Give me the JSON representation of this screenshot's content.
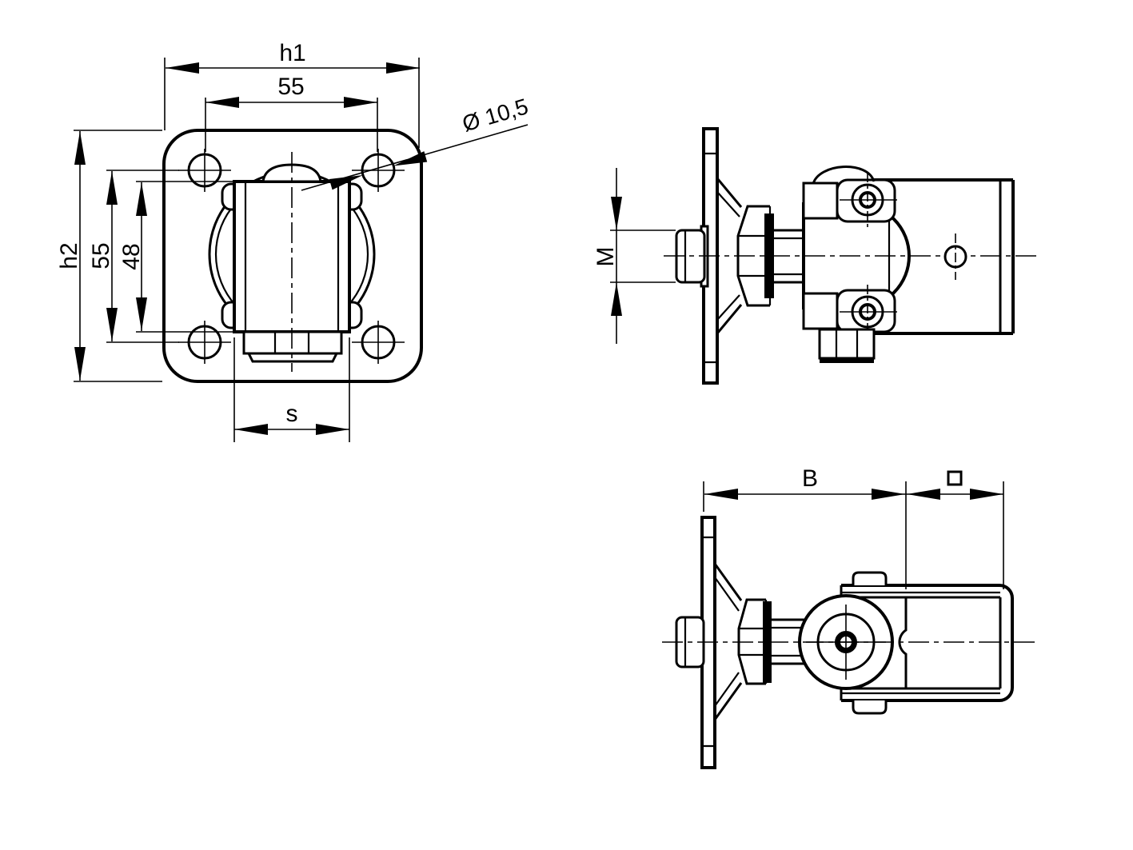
{
  "drawing": {
    "background": "#ffffff",
    "line_color": "#000000",
    "views": {
      "front": {
        "dims": {
          "h1": "h1",
          "hole_spacing_top": "55",
          "h2": "h2",
          "hole_spacing_left": "55",
          "body_height": "48",
          "wrench_size": "s",
          "hole_diameter": "Ø 10,5"
        }
      },
      "side": {
        "dims": {
          "thread_size": "M"
        }
      },
      "top": {
        "dims": {
          "length_b": "B",
          "square_profile_symbol": "□"
        }
      }
    }
  }
}
